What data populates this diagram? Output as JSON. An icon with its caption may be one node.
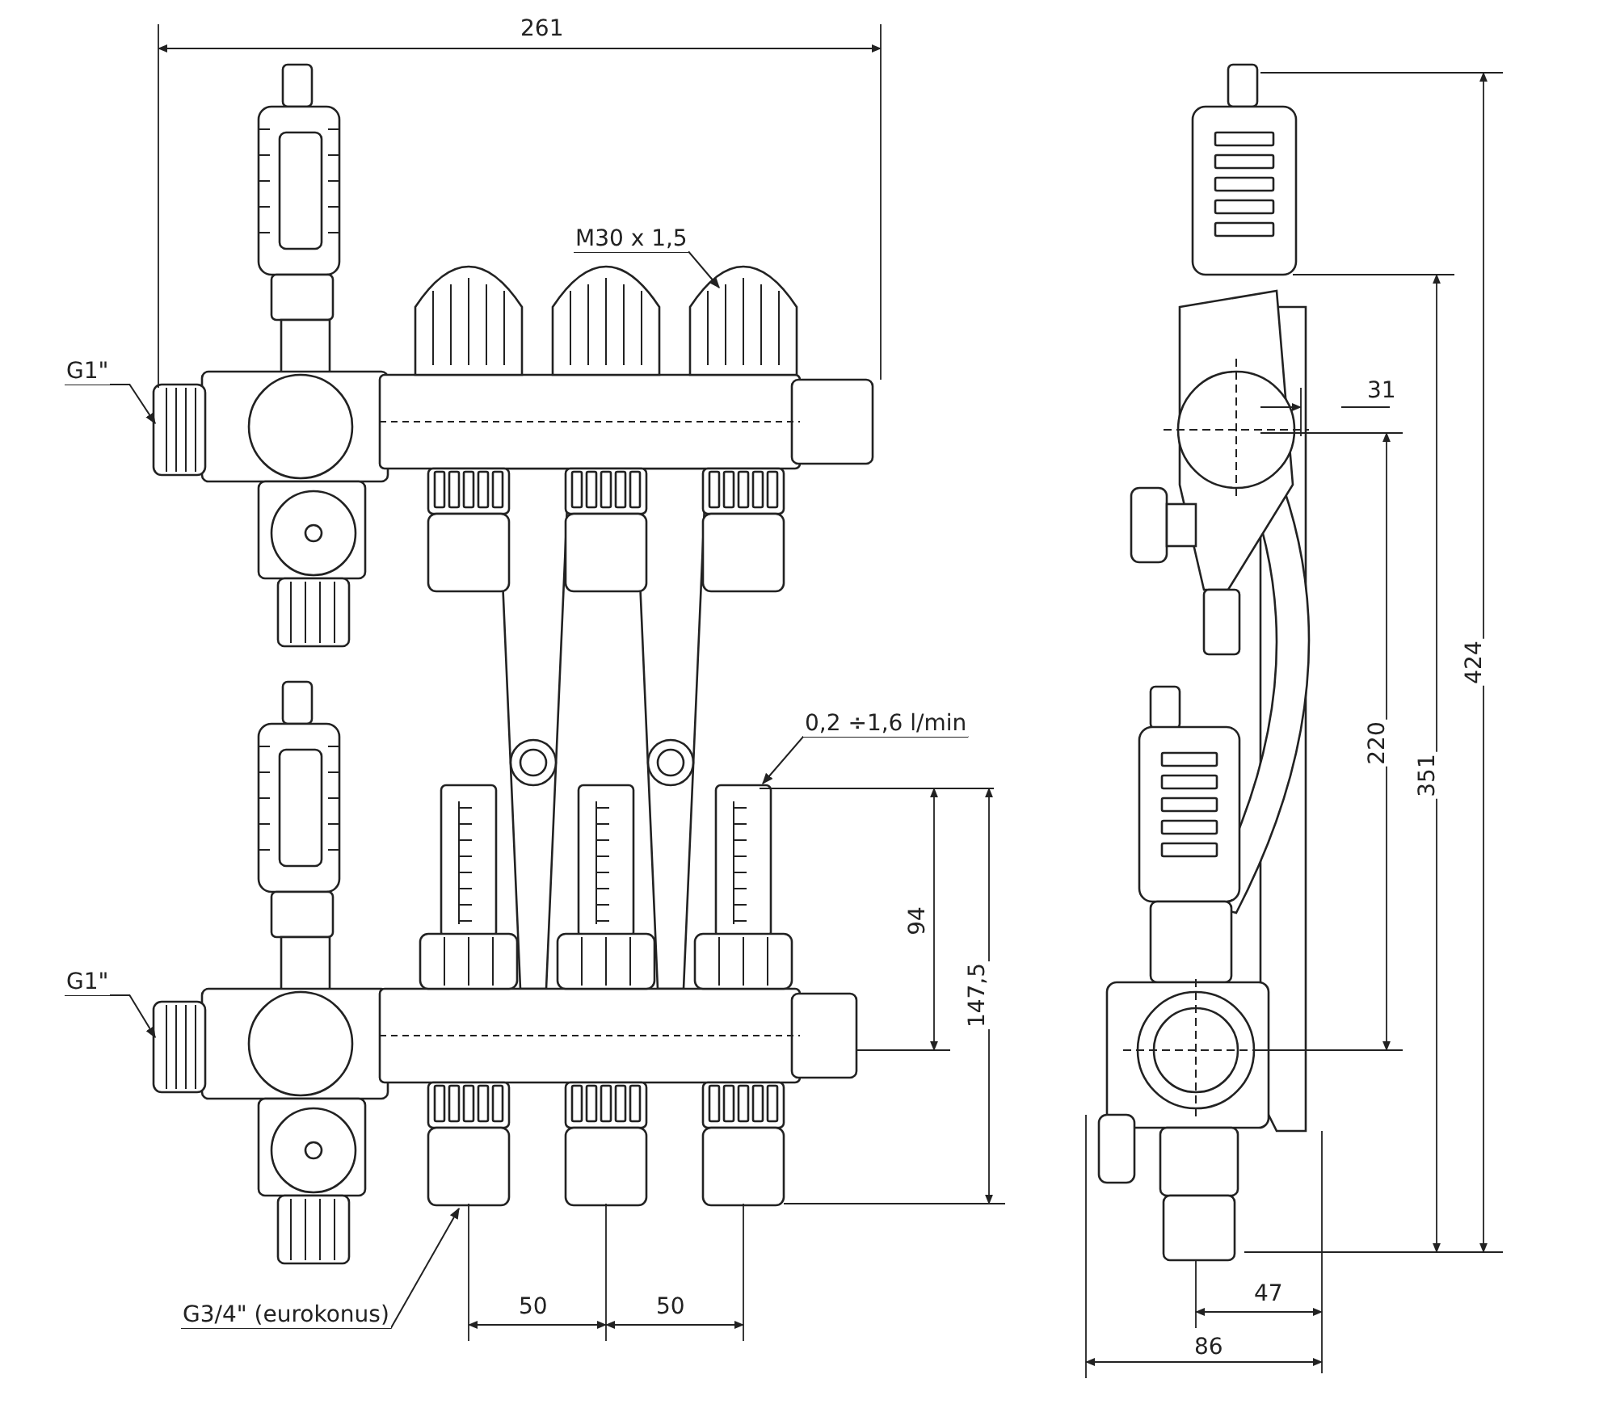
{
  "diagram": {
    "nodes": [
      {
        "text": [
          "M30 x 1,5"
        ]
      },
      {
        "text": [
          "G1\""
        ]
      },
      {
        "text": [
          "G1\""
        ]
      },
      {
        "text": [
          "0,2 ÷1,6 l/min"
        ]
      },
      {
        "text": [
          "G3/4\" (eurokonus)"
        ]
      }
    ],
    "edges": [
      {
        "from": 0,
        "to": null,
        "arrow": "to"
      },
      {
        "from": 1,
        "to": null,
        "arrow": "to"
      },
      {
        "from": 2,
        "to": null,
        "arrow": "to"
      },
      {
        "from": 3,
        "to": null,
        "arrow": "to"
      },
      {
        "from": 4,
        "to": null,
        "arrow": "to"
      }
    ],
    "labels": [
      "261",
      "31",
      "424",
      "351",
      "220",
      "94",
      "147,5",
      "50",
      "50",
      "47",
      "86"
    ]
  }
}
